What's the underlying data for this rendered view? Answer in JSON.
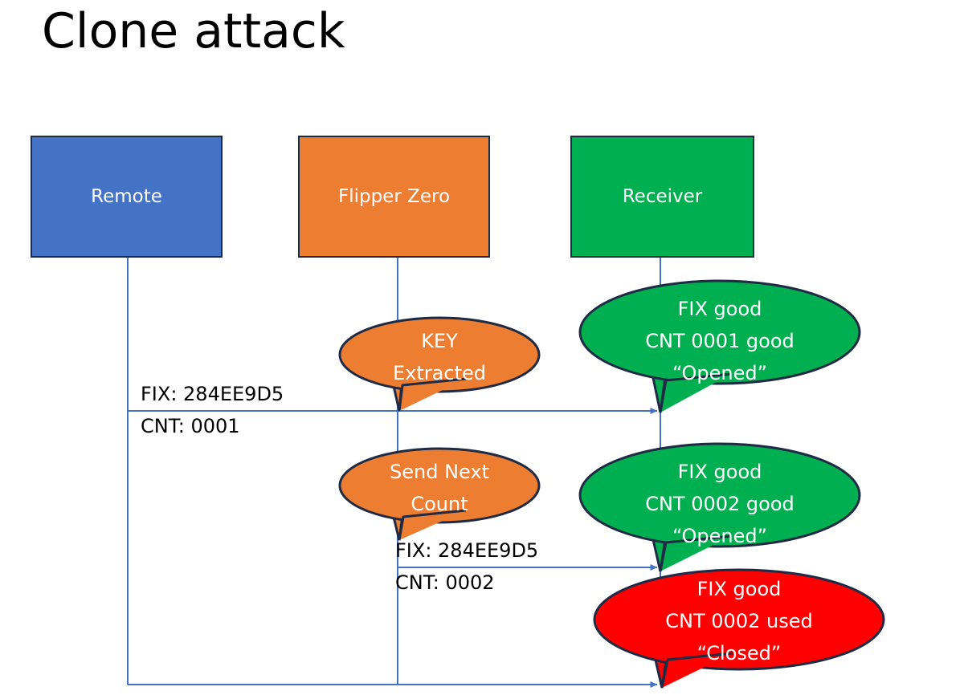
{
  "slide": {
    "title": "Clone attack",
    "background": "#FFFFFF"
  },
  "colors": {
    "remote_blue": "#4472C4",
    "flipper_orange": "#ED7D31",
    "receiver_green": "#00B050",
    "alert_red": "#FF0000",
    "outline_navy": "#1F2A44",
    "lifeline_blue": "#4472C4",
    "text_white": "#FFFFFF",
    "text_black": "#000000"
  },
  "actors": [
    {
      "id": "remote",
      "label": "Remote",
      "fill": "#4472C4"
    },
    {
      "id": "flipper",
      "label": "Flipper Zero",
      "fill": "#ED7D31"
    },
    {
      "id": "receiver",
      "label": "Receiver",
      "fill": "#00B050"
    }
  ],
  "messages": [
    {
      "id": "msg1",
      "from": "remote",
      "to": "receiver",
      "line1": "FIX: 284EE9D5",
      "line2": "CNT: 0001"
    },
    {
      "id": "msg2",
      "from": "flipper",
      "to": "receiver",
      "line1": "FIX: 284EE9D5",
      "line2": "CNT: 0002"
    },
    {
      "id": "msg3",
      "from": "remote",
      "to": "receiver",
      "line1": "",
      "line2": ""
    }
  ],
  "bubbles": [
    {
      "id": "key-extracted",
      "owner": "flipper",
      "fill": "#ED7D31",
      "text": "KEY\nExtracted"
    },
    {
      "id": "receiver-ack-1",
      "owner": "receiver",
      "fill": "#00B050",
      "text": "FIX good\nCNT 0001 good\n“Opened”"
    },
    {
      "id": "send-next-count",
      "owner": "flipper",
      "fill": "#ED7D31",
      "text": "Send Next\nCount"
    },
    {
      "id": "receiver-ack-2",
      "owner": "receiver",
      "fill": "#00B050",
      "text": "FIX good\nCNT 0002 good\n“Opened”"
    },
    {
      "id": "receiver-reject",
      "owner": "receiver",
      "fill": "#FF0000",
      "text": "FIX good\nCNT 0002 used\n“Closed”"
    }
  ]
}
